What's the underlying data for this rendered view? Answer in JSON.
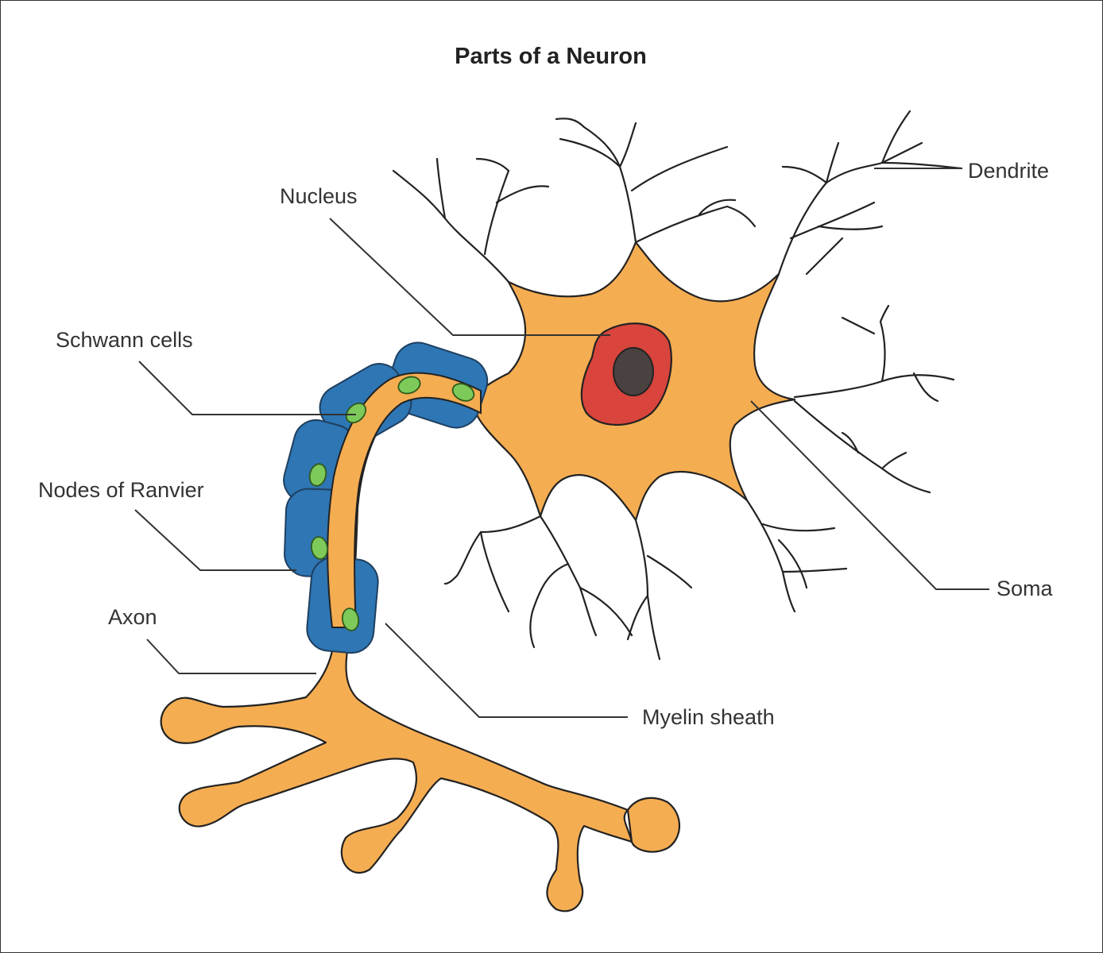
{
  "title": "Parts of a Neuron",
  "labels": {
    "nucleus": "Nucleus",
    "dendrite": "Dendrite",
    "schwann_cells": "Schwann cells",
    "nodes_of_ranvier": "Nodes of Ranvier",
    "axon": "Axon",
    "myelin_sheath": "Myelin sheath",
    "soma": "Soma"
  },
  "colors": {
    "cell_body": "#f5ad52",
    "nucleus": "#d9443c",
    "nucleolus": "#4a4240",
    "myelin": "#2e76b4",
    "nodes": "#7dc95a",
    "lines": "#333333"
  }
}
